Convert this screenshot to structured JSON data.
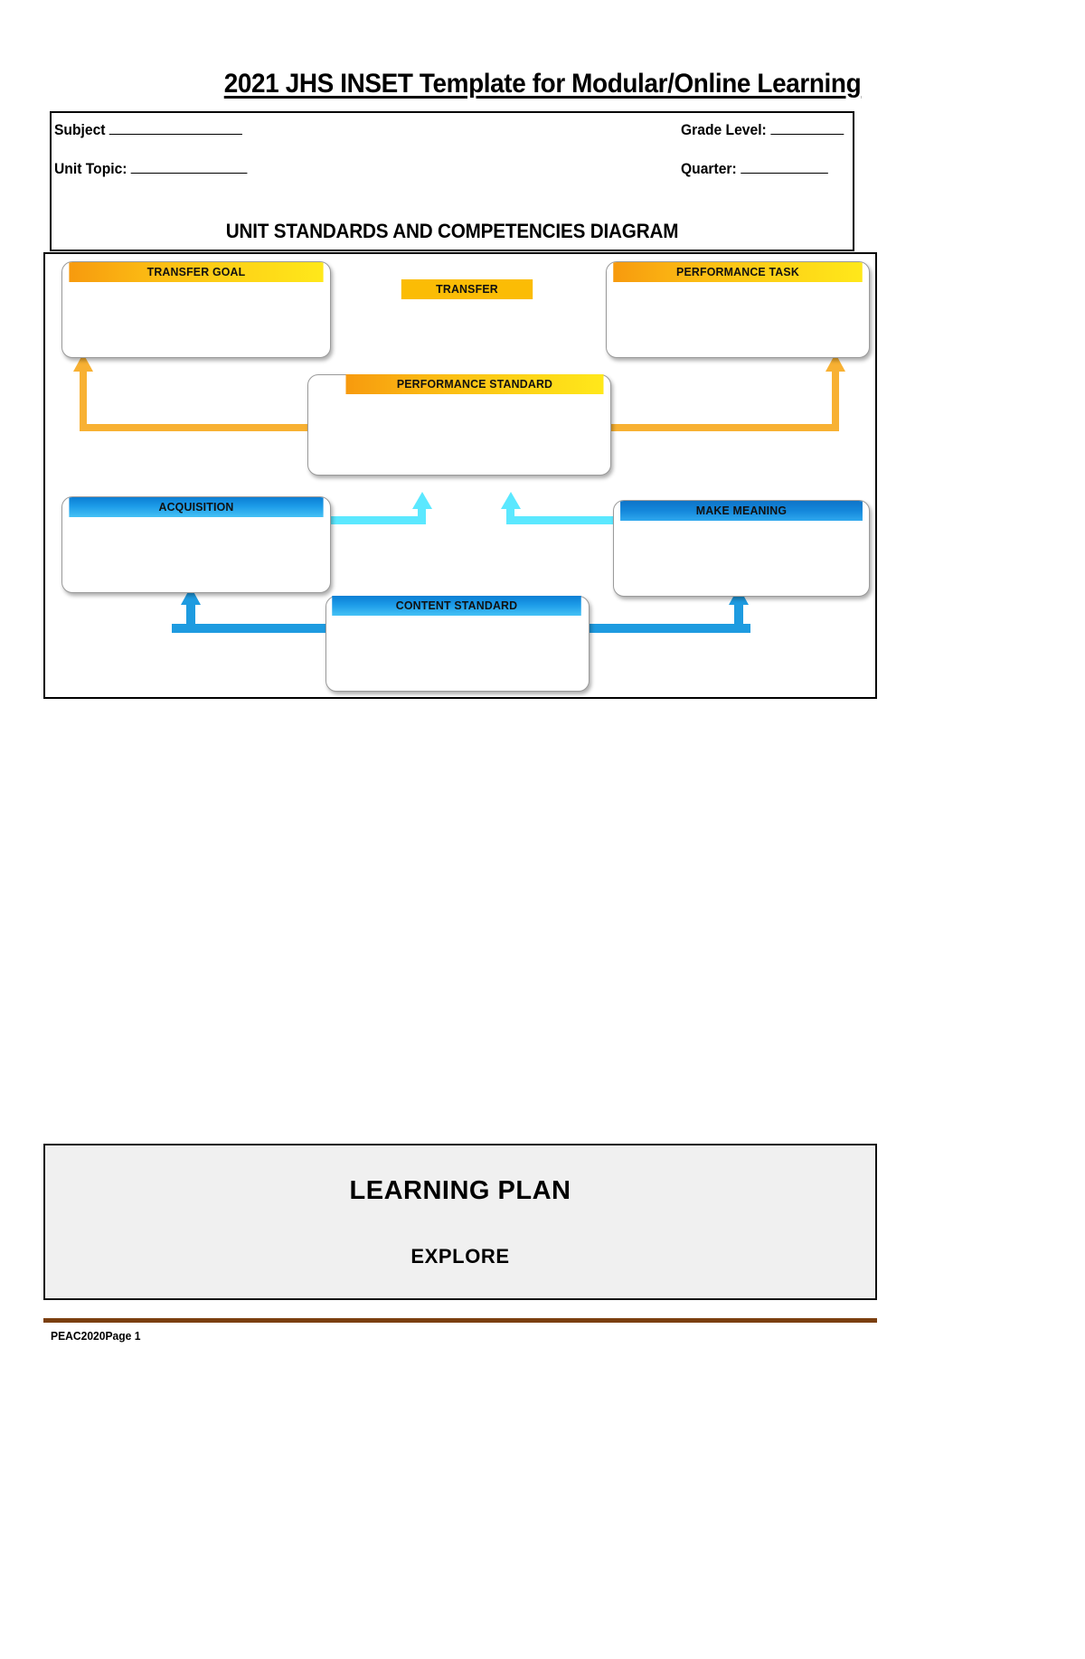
{
  "document": {
    "title": "2021 JHS INSET Template for Modular/Online Learning"
  },
  "header_fields": {
    "subject_label": "Subject",
    "grade_level_label": "Grade Level:",
    "unit_topic_label": "Unit Topic:",
    "quarter_label": "Quarter:",
    "subject_value": "",
    "grade_level_value": "",
    "unit_topic_value": "",
    "quarter_value": ""
  },
  "diagram": {
    "heading": "UNIT STANDARDS AND COMPETENCIES DIAGRAM",
    "nodes": [
      {
        "id": "transfer-goal",
        "label": "TRANSFER GOAL",
        "content": "",
        "color": "#F79A0E"
      },
      {
        "id": "transfer",
        "label": "TRANSFER",
        "content": "",
        "color": "#FBBC05"
      },
      {
        "id": "performance-task",
        "label": "PERFORMANCE TASK",
        "content": "",
        "color": "#F79A0E"
      },
      {
        "id": "performance-standard",
        "label": "PERFORMANCE STANDARD",
        "content": "",
        "color": "#F79A0E"
      },
      {
        "id": "acquisition",
        "label": "ACQUISITION",
        "content": "",
        "color": "#1C9BE8"
      },
      {
        "id": "make-meaning",
        "label": "MAKE MEANING",
        "content": "",
        "color": "#1C9BE8"
      },
      {
        "id": "content-standard",
        "label": "CONTENT STANDARD",
        "content": "",
        "color": "#1488DB"
      }
    ],
    "connector_colors": {
      "orange": "#F8B133",
      "cyan": "#5BE8FF",
      "blue": "#1E9BE0"
    }
  },
  "learning_plan": {
    "title": "LEARNING PLAN",
    "subtitle": "EXPLORE"
  },
  "footer": {
    "text": "PEAC2020Page 1",
    "rule_color": "#7B3F10"
  }
}
